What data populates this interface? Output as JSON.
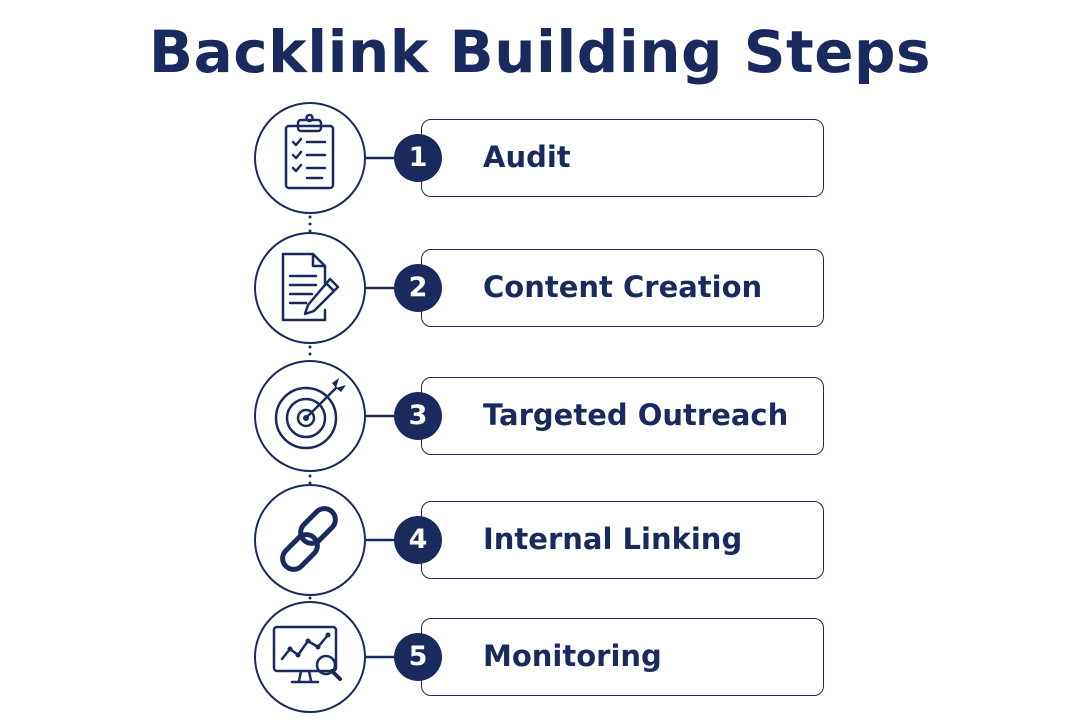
{
  "title": "Backlink Building Steps",
  "colors": {
    "primary": "#1b2a5e",
    "background": "#ffffff"
  },
  "steps": [
    {
      "number": "1",
      "label": "Audit",
      "icon": "clipboard-checklist-icon"
    },
    {
      "number": "2",
      "label": "Content Creation",
      "icon": "document-pencil-icon"
    },
    {
      "number": "3",
      "label": "Targeted Outreach",
      "icon": "target-arrow-icon"
    },
    {
      "number": "4",
      "label": "Internal Linking",
      "icon": "chain-link-icon"
    },
    {
      "number": "5",
      "label": "Monitoring",
      "icon": "monitor-chart-magnifier-icon"
    }
  ]
}
